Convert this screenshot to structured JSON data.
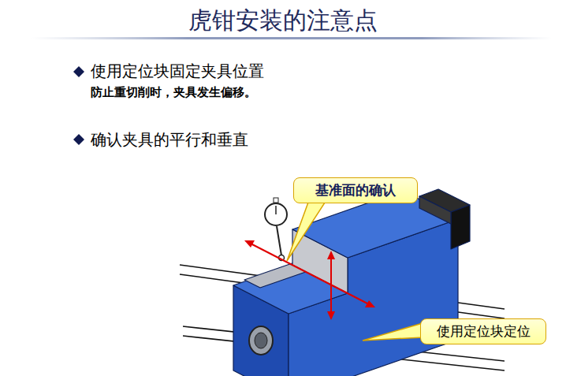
{
  "diagram": {
    "title": "虎钳安装的注意点",
    "nodes": [
      {
        "text": [
          "基准面的确认"
        ]
      },
      {
        "text": [
          "使用定位块定位"
        ]
      }
    ],
    "labels": [
      "使用定位块固定夹具位置",
      "防止重切削时，夹具发生偏移。",
      "确认夹具的平行和垂直"
    ]
  }
}
